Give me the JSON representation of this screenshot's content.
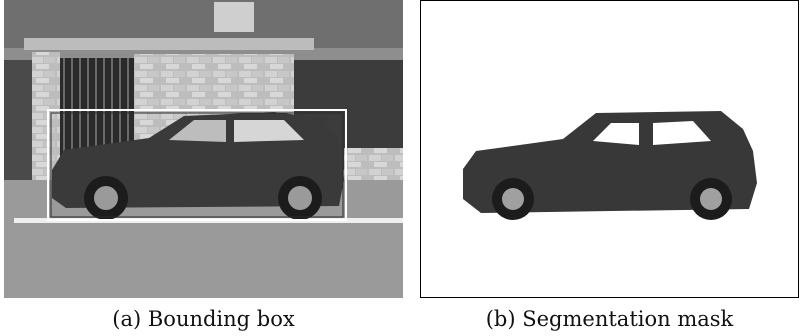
{
  "figure": {
    "panels": [
      {
        "caption": "(a) Bounding box"
      },
      {
        "caption": "(b) Segmentation mask"
      }
    ]
  },
  "colors": {
    "photo_gray": "#8a8a8a",
    "mask_background": "#ffffff",
    "bbox_stroke": "#ffffff",
    "car_body": "#3a3a3a"
  },
  "icons": {
    "panel_a": "grayscale-car-photo",
    "panel_b": "segmented-car-image"
  }
}
